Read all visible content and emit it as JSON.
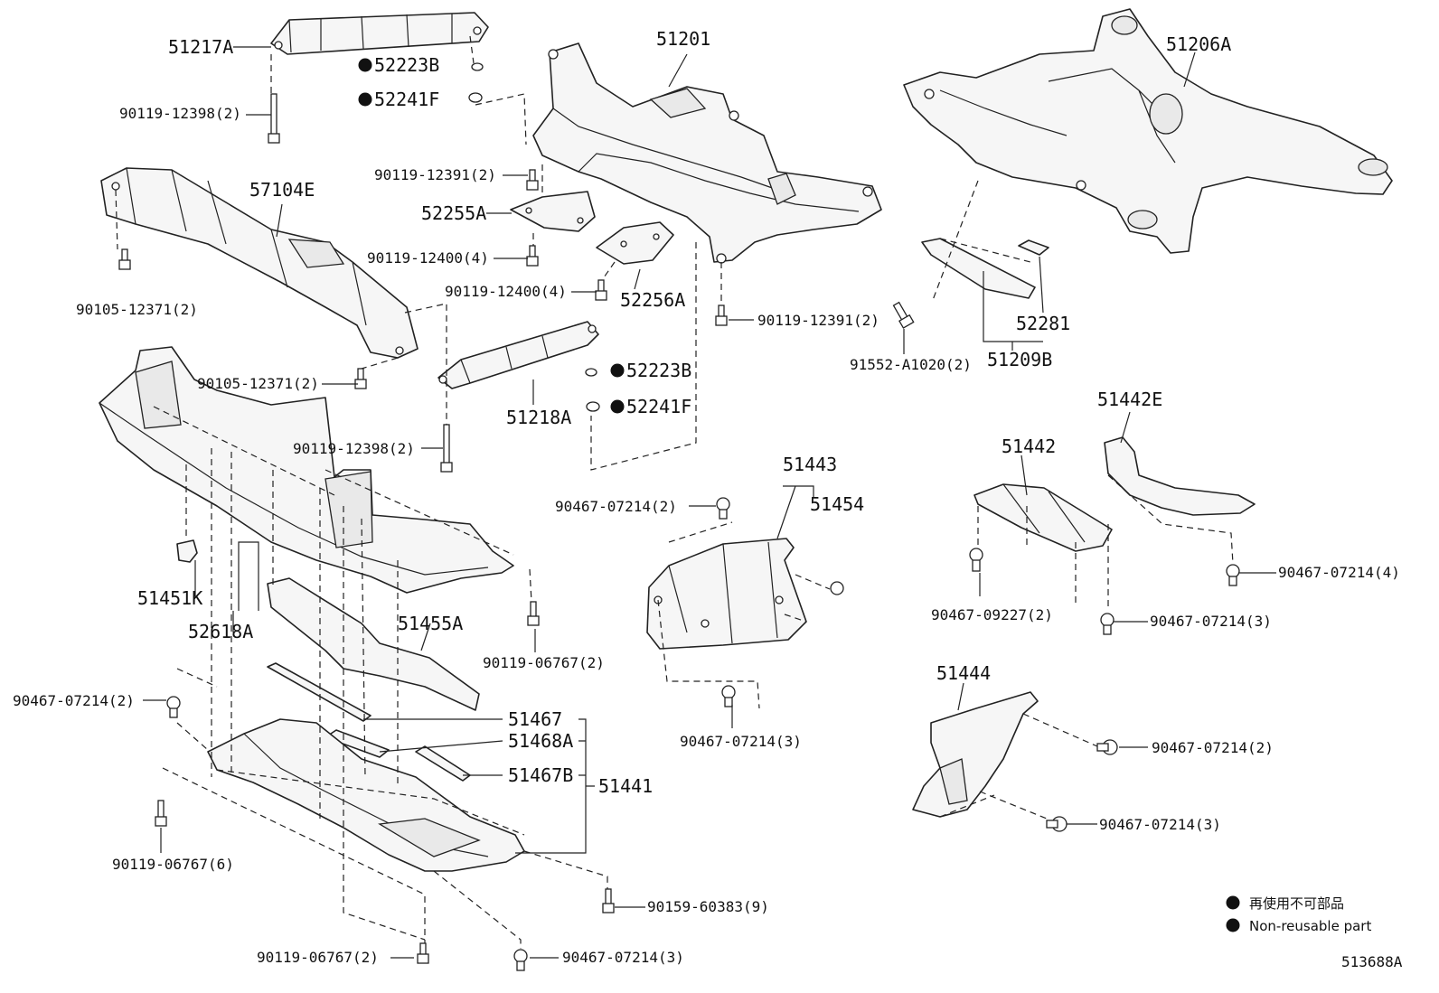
{
  "diagram_id": "513688A",
  "legend": {
    "line1": "再使用不可部品",
    "line2": "Non-reusable part"
  },
  "labels": {
    "p51217A": "51217A",
    "p52223B_top": "52223B",
    "p52241F_top": "52241F",
    "p90119_12398_2_top": "90119-12398(2)",
    "p51201": "51201",
    "p51206A": "51206A",
    "p57104E": "57104E",
    "p90119_12391_2_left": "90119-12391(2)",
    "p52255A": "52255A",
    "p90119_12400_4_a": "90119-12400(4)",
    "p90105_12371_2_a": "90105-12371(2)",
    "p90119_12400_4_b": "90119-12400(4)",
    "p52256A": "52256A",
    "p90119_12391_2_right": "90119-12391(2)",
    "p52281": "52281",
    "p91552_A1020_2": "91552-A1020(2)",
    "p51209B": "51209B",
    "p90105_12371_2_b": "90105-12371(2)",
    "p52223B_mid": "52223B",
    "p52241F_mid": "52241F",
    "p51218A": "51218A",
    "p51442E": "51442E",
    "p90119_12398_2_mid": "90119-12398(2)",
    "p51442": "51442",
    "p51443": "51443",
    "p51454": "51454",
    "p90467_07214_2_a": "90467-07214(2)",
    "p51451K": "51451K",
    "p90467_07214_4": "90467-07214(4)",
    "p52618A": "52618A",
    "p51455A": "51455A",
    "p90467_09227_2": "90467-09227(2)",
    "p90467_07214_3_a": "90467-07214(3)",
    "p90119_06767_2_a": "90119-06767(2)",
    "p51444": "51444",
    "p90467_07214_2_b": "90467-07214(2)",
    "p51467": "51467",
    "p90467_07214_3_b": "90467-07214(3)",
    "p51468A": "51468A",
    "p90467_07214_2_c": "90467-07214(2)",
    "p51467B": "51467B",
    "p51441": "51441",
    "p90467_07214_3_c": "90467-07214(3)",
    "p90119_06767_6": "90119-06767(6)",
    "p90159_60383_9": "90159-60383(9)",
    "p90119_06767_2_b": "90119-06767(2)",
    "p90467_07214_3_d": "90467-07214(3)"
  }
}
